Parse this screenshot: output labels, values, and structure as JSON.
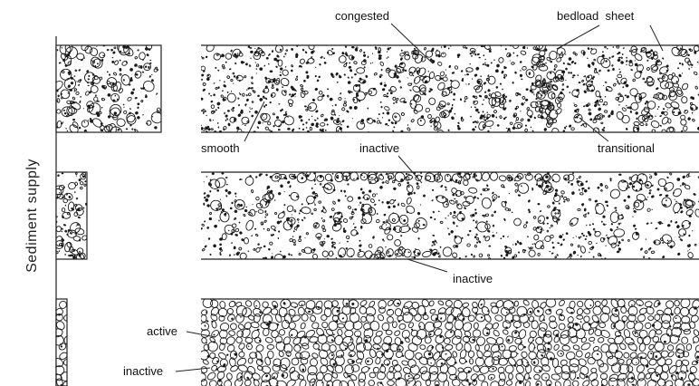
{
  "diagram": {
    "axis_label": "Sediment supply",
    "labels": {
      "congested": "congested",
      "bedload_sheet": "bedload  sheet",
      "smooth": "smooth",
      "inactive_top": "inactive",
      "transitional": "transitional",
      "inactive_middle": "inactive",
      "active": "active",
      "inactive_bottom": "inactive"
    }
  }
}
